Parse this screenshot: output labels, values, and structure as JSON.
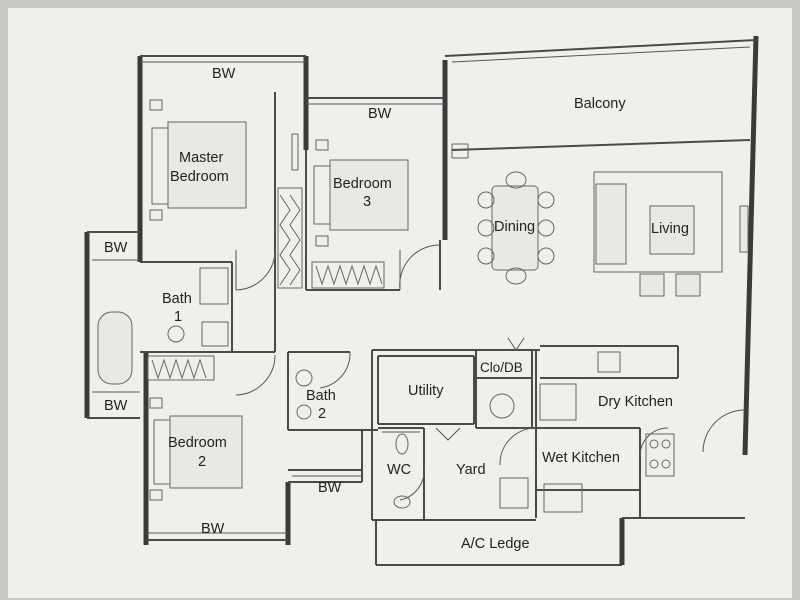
{
  "labels": {
    "bw_master_top": "BW",
    "bw_bed3_top": "BW",
    "bw_bath1_top": "BW",
    "bw_bath1_bottom": "BW",
    "bw_bed2_bottom": "BW",
    "bw_bath2_bottom": "BW",
    "balcony": "Balcony",
    "master_line1": "Master",
    "master_line2": "Bedroom",
    "bedroom3_line1": "Bedroom",
    "bedroom3_line2": "3",
    "dining": "Dining",
    "living": "Living",
    "bath1_line1": "Bath",
    "bath1_line2": "1",
    "bath2_line1": "Bath",
    "bath2_line2": "2",
    "utility": "Utility",
    "clo_db": "Clo/DB",
    "dry_kitchen": "Dry Kitchen",
    "bedroom2_line1": "Bedroom",
    "bedroom2_line2": "2",
    "wc": "WC",
    "yard": "Yard",
    "wet_kitchen": "Wet Kitchen",
    "ac_ledge": "A/C Ledge"
  },
  "colors": {
    "background": "#c9c8c4",
    "paper": "#efefec",
    "wall": "#3a3a3a"
  }
}
